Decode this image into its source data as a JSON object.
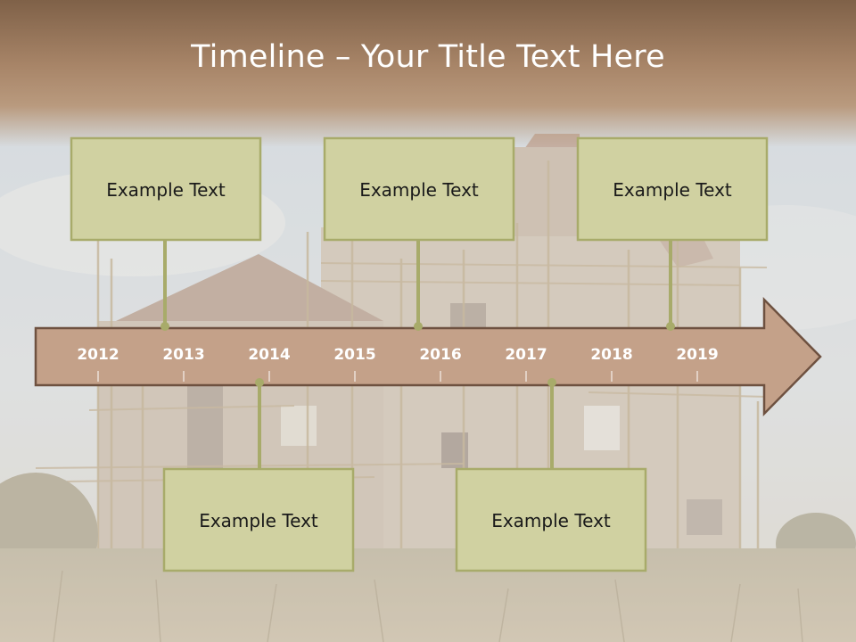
{
  "title": "Timeline – Your Title Text Here",
  "timeline": {
    "years": [
      "2012",
      "2013",
      "2014",
      "2015",
      "2016",
      "2017",
      "2018",
      "2019"
    ],
    "events_above": [
      {
        "label": "Example Text"
      },
      {
        "label": "Example Text"
      },
      {
        "label": "Example Text"
      }
    ],
    "events_below": [
      {
        "label": "Example Text"
      },
      {
        "label": "Example Text"
      }
    ]
  },
  "colors": {
    "arrow_fill": "#c4a189",
    "arrow_stroke": "#6e5140",
    "box_fill": "#d0d1a1",
    "box_stroke": "#a8ab6a",
    "connector": "#a8ab6a",
    "year_text": "#ffffff"
  }
}
